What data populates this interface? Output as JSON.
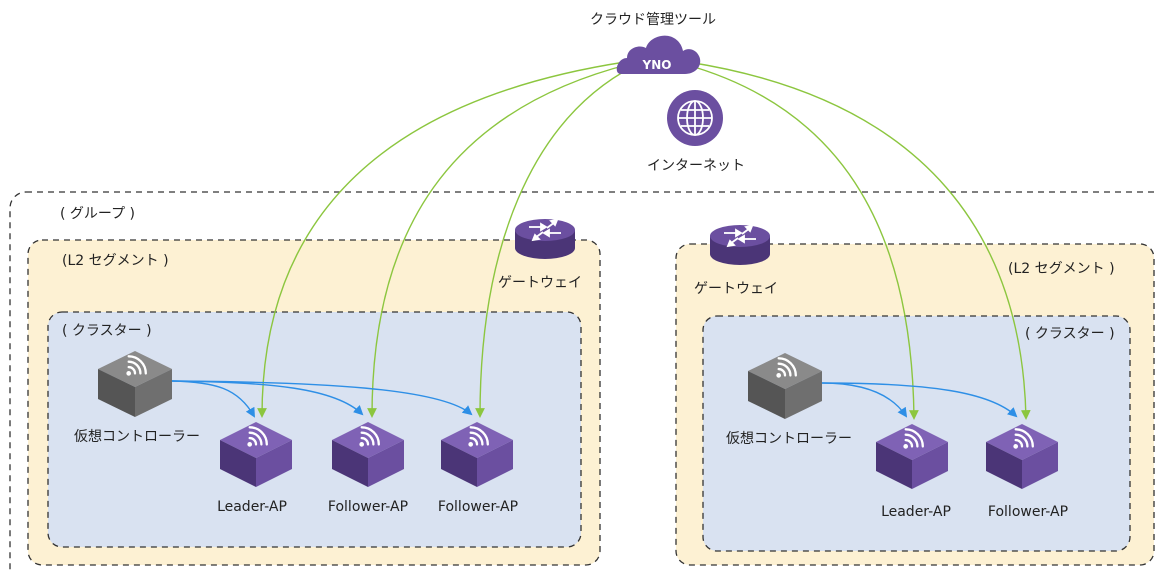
{
  "cloud": {
    "title": "クラウド管理ツール",
    "badge": "YNO"
  },
  "internet": {
    "label": "インターネット"
  },
  "group": {
    "label": "( グループ )"
  },
  "left_segment": {
    "label": "(L2 セグメント )",
    "gateway_label": "ゲートウェイ",
    "cluster": {
      "label": "( クラスター )",
      "controller_label": "仮想コントローラー",
      "aps": [
        "Leader-AP",
        "Follower-AP",
        "Follower-AP"
      ]
    }
  },
  "right_segment": {
    "label": "(L2 セグメント )",
    "gateway_label": "ゲートウェイ",
    "cluster": {
      "label": "( クラスター )",
      "controller_label": "仮想コントローラー",
      "aps": [
        "Leader-AP",
        "Follower-AP"
      ]
    }
  },
  "colors": {
    "purple": "#6b4fa0",
    "purple_dark": "#4b3577",
    "gray": "#6b6b6b",
    "green_link": "#8cc63f",
    "blue_link": "#2e8fe6",
    "segment_fill": "#fdf1d3",
    "cluster_fill": "#d9e2f1"
  }
}
